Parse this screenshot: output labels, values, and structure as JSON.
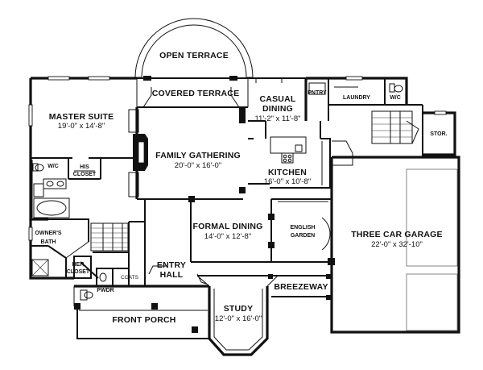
{
  "rooms": {
    "open_terrace": {
      "name": "OPEN TERRACE"
    },
    "covered_terrace": {
      "name": "COVERED TERRACE"
    },
    "casual_dining": {
      "name": "CASUAL",
      "name2": "DINING",
      "dim": "11'-2\" x 11'-8\""
    },
    "pantry": {
      "name": "PNTRY"
    },
    "laundry": {
      "name": "LAUNDRY"
    },
    "wc_laundry": {
      "name": "W/C"
    },
    "master_suite": {
      "name": "MASTER SUITE",
      "dim": "19'-0\" x 14'-8\""
    },
    "family_gathering": {
      "name": "FAMILY GATHERING",
      "dim": "20'-0\" x 16'-0\""
    },
    "kitchen": {
      "name": "KITCHEN",
      "dim": "16'-0\" x 10'-8\""
    },
    "storage": {
      "name": "STOR."
    },
    "wc_master": {
      "name": "W/C"
    },
    "his_closet": {
      "name": "HIS",
      "name2": "CLOSET"
    },
    "formal_dining": {
      "name": "FORMAL DINING",
      "dim": "14'-0\" x 12'-8\""
    },
    "english_garden": {
      "name": "ENGLISH",
      "name2": "GARDEN"
    },
    "garage": {
      "name": "THREE CAR GARAGE",
      "dim": "22'-0\" x 32'-10\""
    },
    "owners_bath": {
      "name": "OWNER'S",
      "name2": "BATH"
    },
    "entry_hall": {
      "name": "ENTRY",
      "name2": "HALL"
    },
    "her_closet": {
      "name": "HER",
      "name2": "CLOSET"
    },
    "coats": {
      "name": "COATS"
    },
    "powder": {
      "name": "PWDR"
    },
    "breezeway": {
      "name": "BREEZEWAY"
    },
    "study": {
      "name": "STUDY",
      "dim": "12'-0\" x 16'-0\""
    },
    "front_porch": {
      "name": "FRONT PORCH"
    }
  }
}
